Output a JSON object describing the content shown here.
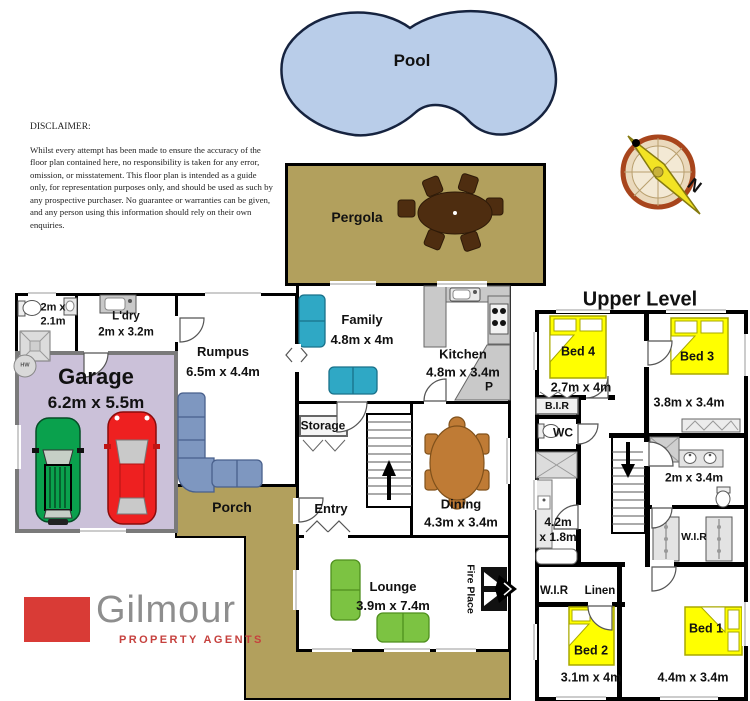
{
  "pool": {
    "label": "Pool"
  },
  "pergola": {
    "label": "Pergola"
  },
  "compass": {
    "north": "N"
  },
  "disclaimer": {
    "title": "DISCLAIMER:",
    "body": "Whilst every attempt has been made to ensure the accuracy of the floor plan contained here, no responsibility is taken for any error, omission, or misstatement. This floor plan is intended as a guide only, for representation purposes only, and should be used as such by any prospective purchaser. No guarantee or warranties can be given, and any person using this information should rely on their own enquiries.",
    "body2": ""
  },
  "main": {
    "bath": {
      "dims1": "2m x",
      "dims2": "2.1m"
    },
    "laundry": {
      "name": "L'dry",
      "dims": "2m x 3.2m"
    },
    "garage": {
      "name": "Garage",
      "dims": "6.2m x 5.5m",
      "hw": "HW"
    },
    "rumpus": {
      "name": "Rumpus",
      "dims": "6.5m x 4.4m"
    },
    "family": {
      "name": "Family",
      "dims": "4.8m x 4m"
    },
    "kitchen": {
      "name": "Kitchen",
      "dims": "4.8m x 3.4m",
      "pantry": "P"
    },
    "storage": {
      "label": "Storage"
    },
    "entry": {
      "label": "Entry"
    },
    "dining": {
      "name": "Dining",
      "dims": "4.3m x 3.4m"
    },
    "lounge": {
      "name": "Lounge",
      "dims": "3.9m x 7.4m"
    },
    "fireplace": {
      "label": "Fire Place"
    },
    "porch": {
      "label": "Porch"
    }
  },
  "upper": {
    "title": "Upper Level",
    "bed4": {
      "name": "Bed 4",
      "dims": "2.7m x 4m"
    },
    "bed3": {
      "name": "Bed 3",
      "dims": "3.8m x 3.4m"
    },
    "bed2": {
      "name": "Bed 2",
      "dims": "3.1m x 4m"
    },
    "bed1": {
      "name": "Bed 1",
      "dims": "4.4m x 3.4m"
    },
    "bir": {
      "label": "B.I.R"
    },
    "wc": {
      "label": "WC"
    },
    "bath_left": {
      "dims1": "4.2m",
      "dims2": "x 1.8m"
    },
    "bath_right": {
      "dims": "2m x 3.4m"
    },
    "wir_left": {
      "label": "W.I.R"
    },
    "linen": {
      "label": "Linen"
    },
    "wir_right": {
      "label": "W.I.R"
    }
  },
  "brand": {
    "name": "Gilmour",
    "tagline": "PROPERTY AGENTS"
  },
  "colors": {
    "wall": "#000000",
    "deck_tan": "#b2a05d",
    "pool_blue": "#b9cde9",
    "garage_floor": "#cbc1d9",
    "bed_yellow": "#ffff00",
    "sofa_teal": "#2fa8c5",
    "sofa_blue": "#7e97c0",
    "sofa_green": "#7cc342",
    "dining_wood": "#bf7b35",
    "outdoor_wood": "#4e2d10",
    "car_green": "#0aa14d",
    "car_red": "#ee2020",
    "counter_gray": "#c9c9c9",
    "brand_red": "#d93b36",
    "brand_gray": "#8e8e8e"
  }
}
